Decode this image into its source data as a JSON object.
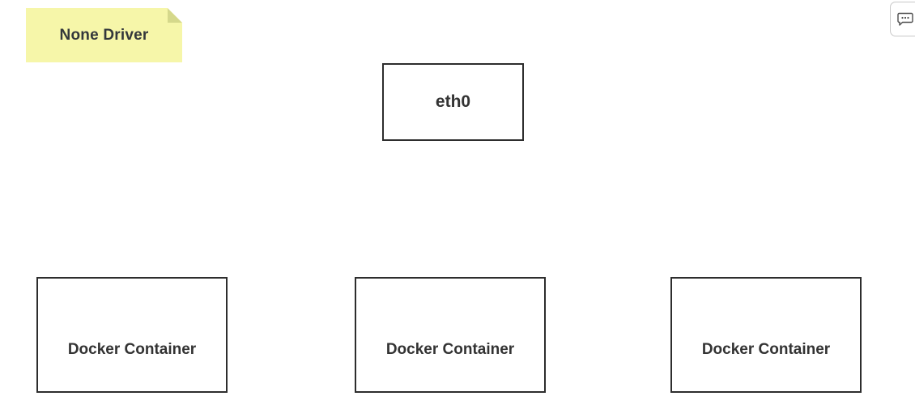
{
  "note": {
    "label": "None Driver",
    "fill": "#f6f6a9",
    "fold_fill": "#d5d88b",
    "text_color": "#33373b"
  },
  "diagram": {
    "eth0": {
      "label": "eth0"
    },
    "containers": [
      {
        "label": "Docker Container"
      },
      {
        "label": "Docker Container"
      },
      {
        "label": "Docker Container"
      }
    ]
  },
  "toolbar": {
    "comment_button_icon": "comment-bubble-icon"
  },
  "colors": {
    "background": "#ffffff",
    "shape_border": "#2d2d2d",
    "shape_fill": "#ffffff",
    "label_text": "#333333",
    "button_border": "#c8c8c8",
    "icon_stroke": "#4d4d4d"
  }
}
